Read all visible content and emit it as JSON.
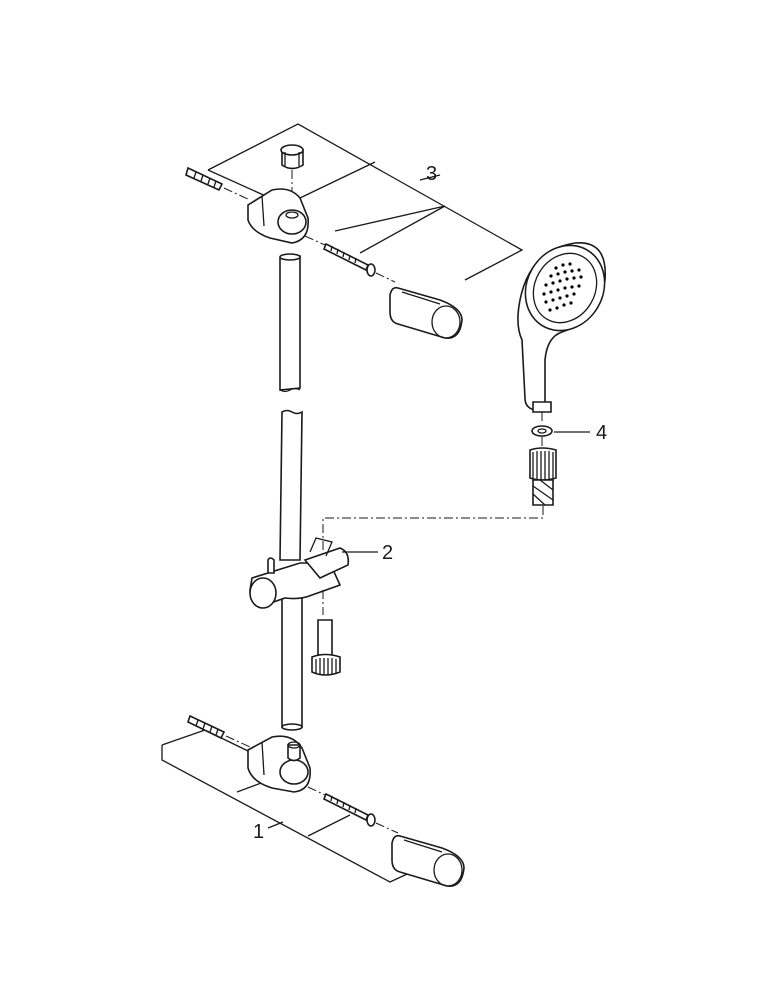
{
  "callouts": {
    "c1": "1",
    "c2": "2",
    "c3": "3",
    "c4": "4"
  },
  "colors": {
    "line": "#1a1a1a",
    "background": "#ffffff"
  }
}
